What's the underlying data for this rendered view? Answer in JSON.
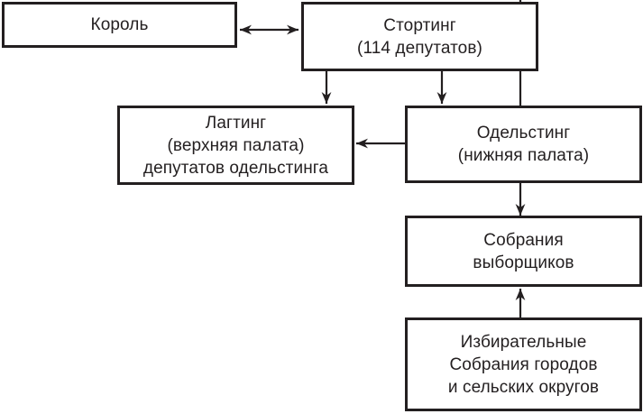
{
  "colors": {
    "ink": "#231f20",
    "background": "#ffffff",
    "box_fill": "#ffffff"
  },
  "boxes": {
    "king": {
      "lines": [
        "Король"
      ]
    },
    "storting": {
      "lines": [
        "Стортинг",
        "(114 депутатов)"
      ]
    },
    "lagting": {
      "lines": [
        "Лагтинг",
        "(верхняя палата)",
        "депутатов одельстинга"
      ]
    },
    "odelsting": {
      "lines": [
        "Одельстинг",
        "(нижняя палата)"
      ]
    },
    "electors_assemblies": {
      "lines": [
        "Собрания",
        "выборщиков"
      ]
    },
    "electoral_assemblies": {
      "lines": [
        "Избирательные",
        "Собрания городов",
        "и сельских округов"
      ]
    }
  },
  "arrows": [
    {
      "id": "king-storting",
      "from": "king",
      "to": "storting",
      "style": "double-headed",
      "direction": "horizontal"
    },
    {
      "id": "storting-lagting",
      "from": "storting",
      "to": "lagting",
      "style": "single",
      "direction": "down"
    },
    {
      "id": "storting-odelsting",
      "from": "storting",
      "to": "odelsting",
      "style": "single",
      "direction": "down"
    },
    {
      "id": "odelsting-lagting",
      "from": "odelsting",
      "to": "lagting",
      "style": "single",
      "direction": "left"
    },
    {
      "id": "electors-odelsting",
      "from": "electors_assemblies",
      "to": "odelsting",
      "style": "single",
      "direction": "up"
    },
    {
      "id": "electoral-electors",
      "from": "electoral_assemblies",
      "to": "electors_assemblies",
      "style": "single",
      "direction": "up"
    }
  ]
}
